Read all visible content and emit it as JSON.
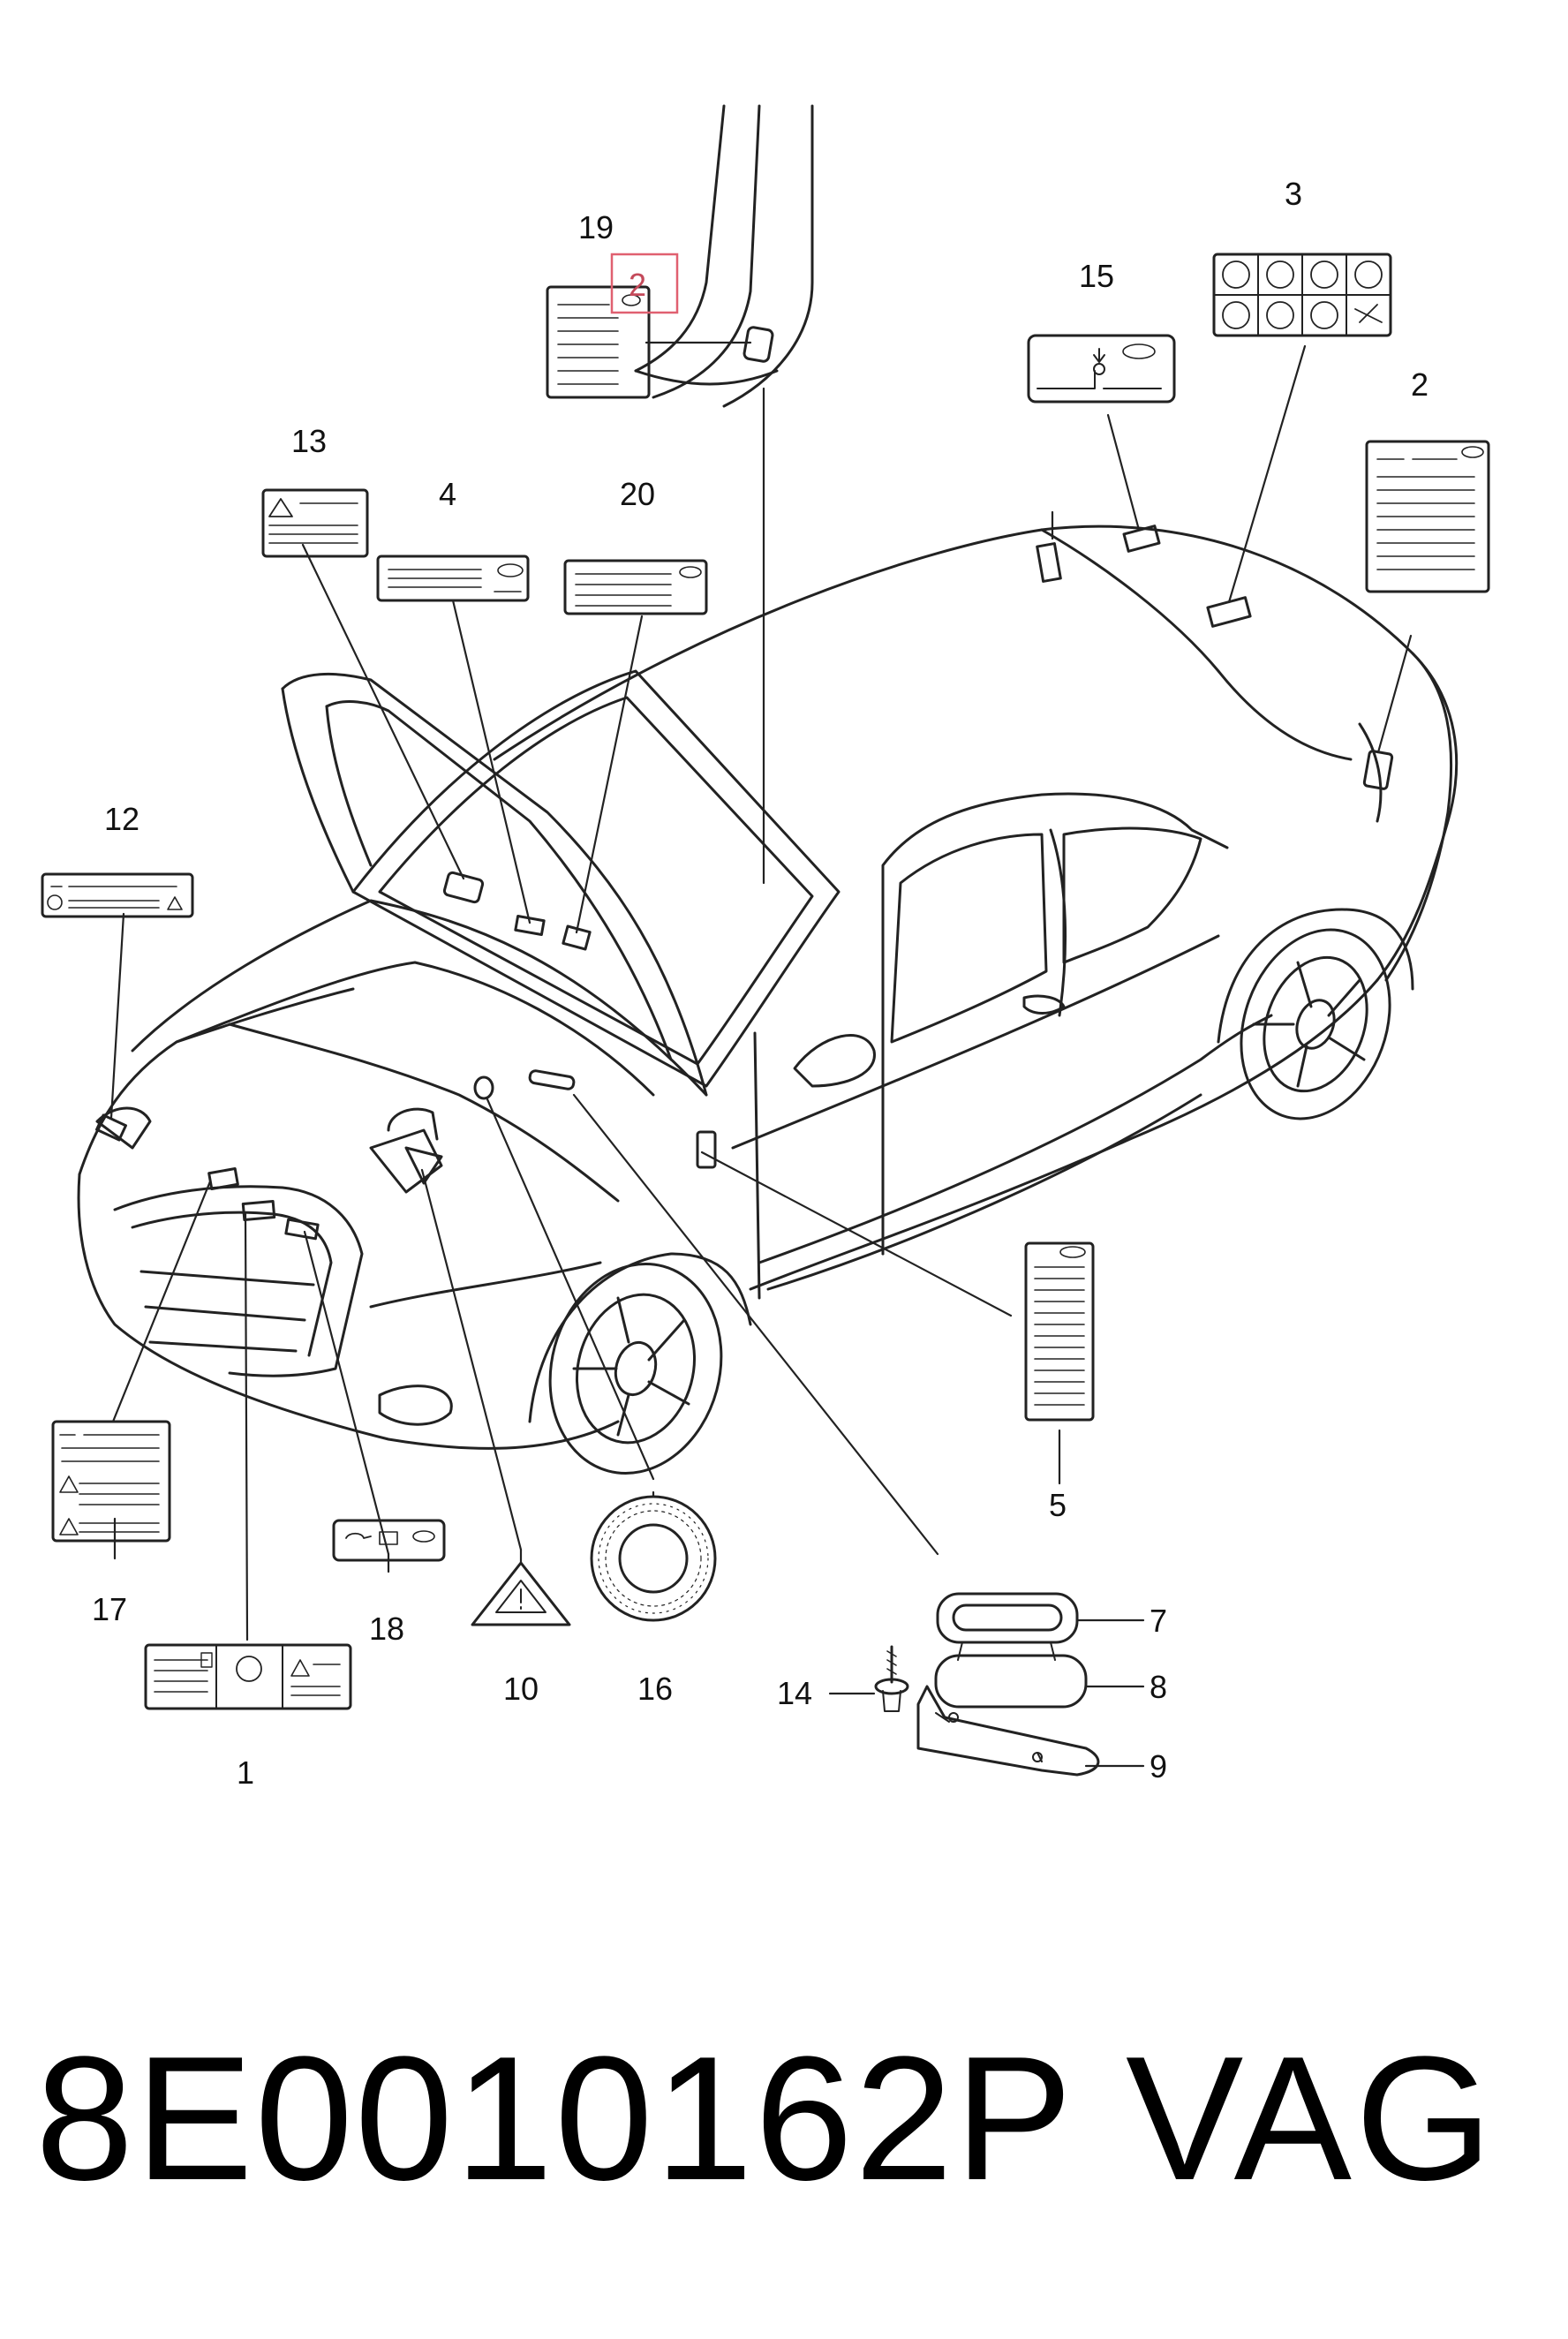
{
  "callouts": [
    {
      "id": "1",
      "label": "1"
    },
    {
      "id": "2a",
      "label": "2",
      "highlighted": true
    },
    {
      "id": "2b",
      "label": "2"
    },
    {
      "id": "3",
      "label": "3"
    },
    {
      "id": "4",
      "label": "4"
    },
    {
      "id": "5",
      "label": "5"
    },
    {
      "id": "7",
      "label": "7"
    },
    {
      "id": "8",
      "label": "8"
    },
    {
      "id": "9",
      "label": "9"
    },
    {
      "id": "10",
      "label": "10"
    },
    {
      "id": "12",
      "label": "12"
    },
    {
      "id": "13",
      "label": "13"
    },
    {
      "id": "14",
      "label": "14"
    },
    {
      "id": "15",
      "label": "15"
    },
    {
      "id": "16",
      "label": "16"
    },
    {
      "id": "17",
      "label": "17"
    },
    {
      "id": "18",
      "label": "18"
    },
    {
      "id": "19",
      "label": "19"
    },
    {
      "id": "20",
      "label": "20"
    }
  ],
  "highlight_color": "#e06070",
  "footer": {
    "part_number": "8E0010162P",
    "brand": "VAG"
  }
}
